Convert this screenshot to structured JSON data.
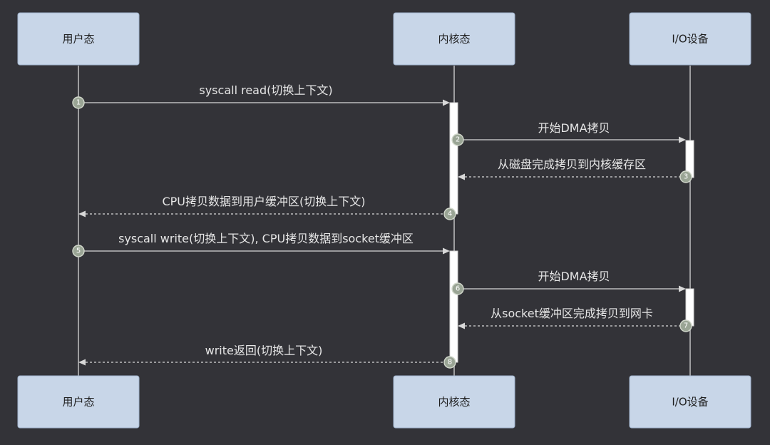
{
  "participants": [
    {
      "id": "user",
      "label": "用户态"
    },
    {
      "id": "kernel",
      "label": "内核态"
    },
    {
      "id": "io",
      "label": "I/O设备"
    }
  ],
  "messages": [
    {
      "number": "1",
      "from": "user",
      "to": "kernel",
      "style": "solid",
      "label": "syscall read(切换上下文)"
    },
    {
      "number": "2",
      "from": "kernel",
      "to": "io",
      "style": "solid",
      "label": "开始DMA拷贝"
    },
    {
      "number": "3",
      "from": "io",
      "to": "kernel",
      "style": "dashed",
      "label": "从磁盘完成拷贝到内核缓存区"
    },
    {
      "number": "4",
      "from": "kernel",
      "to": "user",
      "style": "dashed",
      "label": "CPU拷贝数据到用户缓冲区(切换上下文)"
    },
    {
      "number": "5",
      "from": "user",
      "to": "kernel",
      "style": "solid",
      "label": "syscall write(切换上下文), CPU拷贝数据到socket缓冲区"
    },
    {
      "number": "6",
      "from": "kernel",
      "to": "io",
      "style": "solid",
      "label": "开始DMA拷贝"
    },
    {
      "number": "7",
      "from": "io",
      "to": "kernel",
      "style": "dashed",
      "label": "从socket缓冲区完成拷贝到网卡"
    },
    {
      "number": "8",
      "from": "kernel",
      "to": "user",
      "style": "dashed",
      "label": "write返回(切换上下文)"
    }
  ],
  "colors": {
    "background": "#333338",
    "actor_fill": "#c8d6e8",
    "line": "#d8d8d8",
    "number_badge": "#9aa595"
  }
}
